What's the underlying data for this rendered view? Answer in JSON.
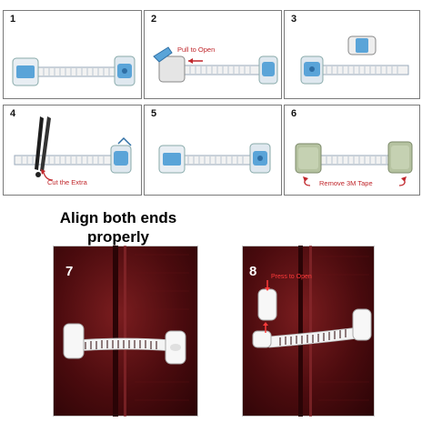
{
  "steps": [
    {
      "number": "1"
    },
    {
      "number": "2",
      "note": "Pull to Open"
    },
    {
      "number": "3"
    },
    {
      "number": "4",
      "note": "Cut the Extra"
    },
    {
      "number": "5"
    },
    {
      "number": "6",
      "note": "Remove 3M Tape"
    }
  ],
  "headline": {
    "line1": "Align both ends",
    "line2": "properly"
  },
  "photos": [
    {
      "number": "7"
    },
    {
      "number": "8",
      "note": "Press to Open"
    }
  ],
  "colors": {
    "note_red": "#c0262b",
    "latch_blue": "#5aa4d8",
    "strap_white": "#f2f2f2",
    "photo_bg": "#5a0f12"
  }
}
